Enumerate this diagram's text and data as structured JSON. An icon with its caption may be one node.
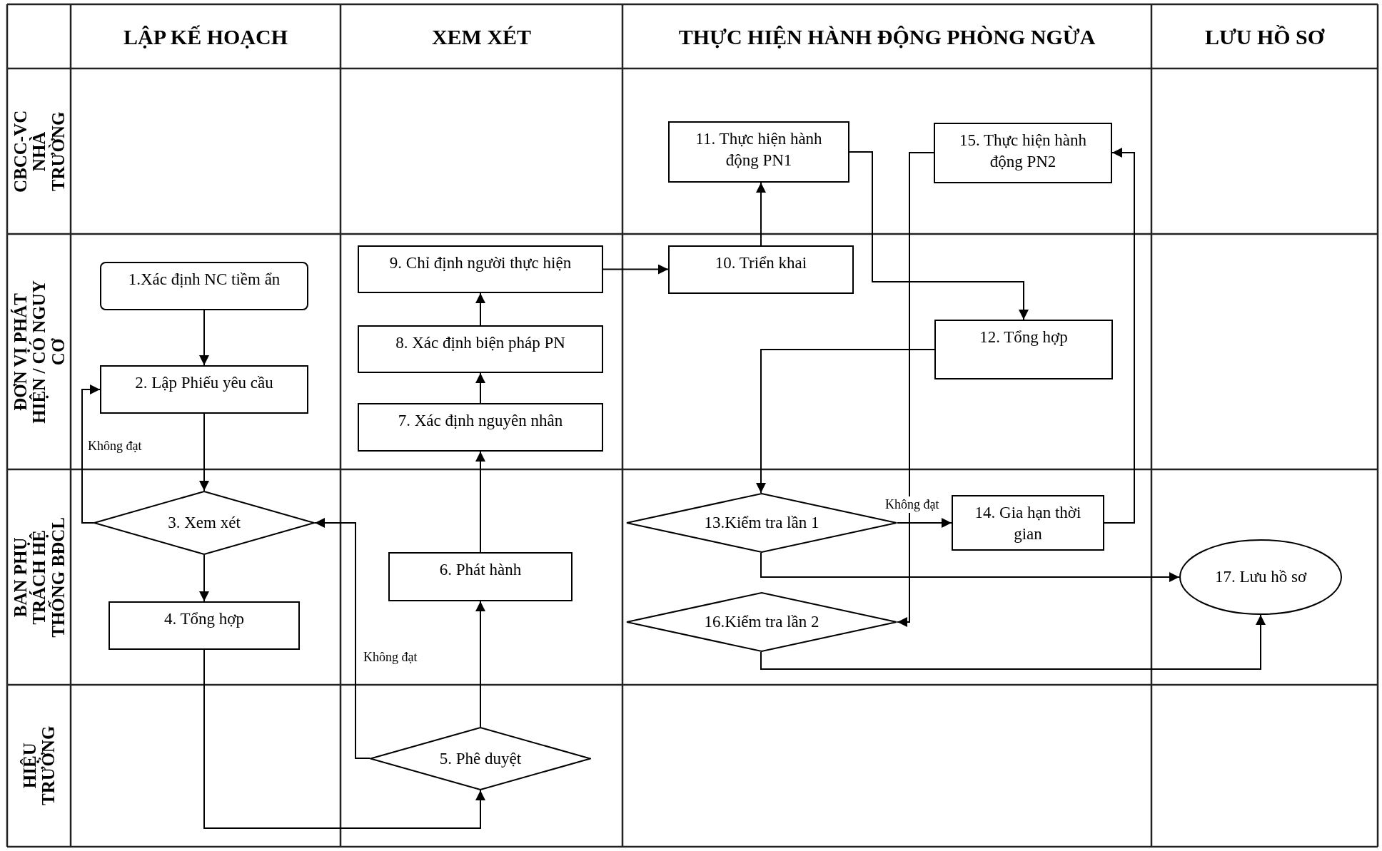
{
  "diagram": {
    "nodes": [
      {
        "text": [
          "1.Xác định NC tiềm ẩn"
        ]
      },
      {
        "text": [
          "2. Lập Phiếu yêu cầu"
        ]
      },
      {
        "text": [
          "3. Xem xét"
        ]
      },
      {
        "text": [
          "4. Tổng hợp"
        ]
      },
      {
        "text": [
          "5. Phê duyệt"
        ]
      },
      {
        "text": [
          "6. Phát hành"
        ]
      },
      {
        "text": [
          "7. Xác định nguyên  nhân"
        ]
      },
      {
        "text": [
          "8. Xác định biện pháp PN"
        ]
      },
      {
        "text": [
          "9. Chỉ định người thực hiện"
        ]
      },
      {
        "text": [
          "10. Triển khai"
        ]
      },
      {
        "text": [
          "11. Thực hiện hành động PN1"
        ]
      },
      {
        "text": [
          "12. Tổng hợp"
        ]
      },
      {
        "text": [
          "13.Kiểm tra lần 1"
        ]
      },
      {
        "text": [
          "14. Gia hạn thời gian"
        ]
      },
      {
        "text": [
          "15. Thực hiện hành động PN2"
        ]
      },
      {
        "text": [
          "16.Kiểm tra lần 2"
        ]
      },
      {
        "text": [
          "17. Lưu hồ sơ"
        ]
      }
    ],
    "edges": [
      {
        "from": 0,
        "to": 1,
        "arrow": "to"
      },
      {
        "from": 1,
        "to": 2,
        "arrow": "to"
      },
      {
        "from": 2,
        "to": 1,
        "arrow": "to",
        "label": "Không đạt"
      },
      {
        "from": 2,
        "to": 3,
        "arrow": "to"
      },
      {
        "from": 3,
        "to": 4,
        "arrow": "to"
      },
      {
        "from": 4,
        "to": 2,
        "arrow": "to",
        "label": "Không đạt"
      },
      {
        "from": 4,
        "to": 5,
        "arrow": "to"
      },
      {
        "from": 5,
        "to": 6,
        "arrow": "to"
      },
      {
        "from": 6,
        "to": 7,
        "arrow": "to"
      },
      {
        "from": 7,
        "to": 8,
        "arrow": "to"
      },
      {
        "from": 8,
        "to": 9,
        "arrow": "to"
      },
      {
        "from": 9,
        "to": 10,
        "arrow": "to"
      },
      {
        "from": 10,
        "to": 11,
        "arrow": "to"
      },
      {
        "from": 11,
        "to": 12,
        "arrow": "to"
      },
      {
        "from": 12,
        "to": 13,
        "arrow": "to",
        "label": "Không đạt"
      },
      {
        "from": 13,
        "to": 14,
        "arrow": "to"
      },
      {
        "from": 14,
        "to": 15,
        "arrow": "to"
      },
      {
        "from": 12,
        "to": 16,
        "arrow": "to"
      },
      {
        "from": 15,
        "to": 16,
        "arrow": "to"
      }
    ],
    "labels": [
      "LẬP KẾ HOẠCH",
      "XEM XÉT",
      "THỰC HIỆN HÀNH ĐỘNG PHÒNG NGỪA",
      "LƯU HỒ SƠ",
      "CBCC-VC NHÀ TRƯỜNG",
      "ĐƠN VỊ PHÁT HIỆN / CÓ NGUY CƠ",
      "BAN PHỤ TRÁCH HỆ THỐNG BĐCL",
      "HIỆU TRƯỞNG"
    ]
  }
}
